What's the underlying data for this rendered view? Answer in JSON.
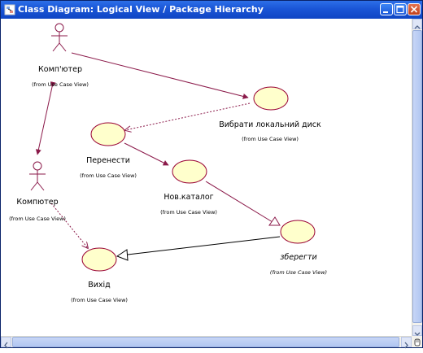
{
  "window": {
    "title": "Class Diagram: Logical View / Package Hierarchy",
    "buttons": [
      "minimize",
      "maximize",
      "close"
    ],
    "title_bar_color": "#1a55d6"
  },
  "diagram": {
    "actors": [
      {
        "id": "actor-top",
        "name": "Комп'ютер",
        "note": "(from Use Case View)"
      },
      {
        "id": "actor-left",
        "name": "Компютер",
        "note": "(from Use Case View)"
      }
    ],
    "use_cases": [
      {
        "id": "uc-select-disk",
        "name": "Вибрати локальний диск",
        "note": "(from Use Case View)"
      },
      {
        "id": "uc-move",
        "name": "Перенести",
        "note": "(from Use Case View)"
      },
      {
        "id": "uc-new-dir",
        "name": "Нов.каталог",
        "note": "(from Use Case View)"
      },
      {
        "id": "uc-save",
        "name": "зберегти",
        "note": "(from Use Case View)",
        "italic": true
      },
      {
        "id": "uc-exit",
        "name": "Вихід",
        "note": "(from Use Case View)"
      }
    ],
    "relations": [
      {
        "from": "actor-top",
        "to": "uc-select-disk",
        "kind": "association"
      },
      {
        "from": "actor-top",
        "to": "actor-left",
        "kind": "association"
      },
      {
        "from": "uc-select-disk",
        "to": "uc-move",
        "kind": "dependency"
      },
      {
        "from": "uc-move",
        "to": "uc-new-dir",
        "kind": "association"
      },
      {
        "from": "uc-new-dir",
        "to": "uc-save",
        "kind": "generalization"
      },
      {
        "from": "uc-save",
        "to": "uc-exit",
        "kind": "generalization"
      },
      {
        "from": "actor-left",
        "to": "uc-exit",
        "kind": "dependency"
      }
    ],
    "colors": {
      "use_case_fill": "#ffffcc",
      "outline": "#990033",
      "line": "#8b1a4a"
    }
  }
}
